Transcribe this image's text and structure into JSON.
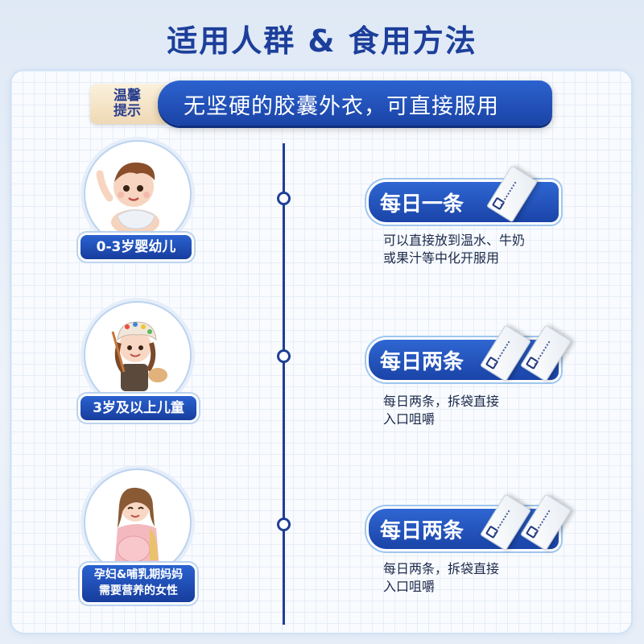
{
  "header": {
    "title": "适用人群 & 食用方法"
  },
  "tip": {
    "tag": "温馨提示",
    "text": "无坚硬的胶囊外衣，可直接服用"
  },
  "groups": [
    {
      "label": "0-3岁婴幼儿",
      "dose": "每日一条",
      "desc_line1": "可以直接放到温水、牛奶",
      "desc_line2": "或果汁等中化开服用"
    },
    {
      "label": "3岁及以上儿童",
      "dose": "每日两条",
      "desc_line1": "每日两条，拆袋直接",
      "desc_line2": "入口咀嚼"
    },
    {
      "label_line1": "孕妇&哺乳期妈妈",
      "label_line2": "需要营养的女性",
      "dose": "每日两条",
      "desc_line1": "每日两条，拆袋直接",
      "desc_line2": "入口咀嚼"
    }
  ],
  "colors": {
    "primary": "#1d3f9b",
    "accent": "#2f66d2"
  },
  "icons": [
    "baby-illustration",
    "child-painter-illustration",
    "pregnant-woman-illustration",
    "sachet-icon",
    "timeline-node-icon"
  ]
}
